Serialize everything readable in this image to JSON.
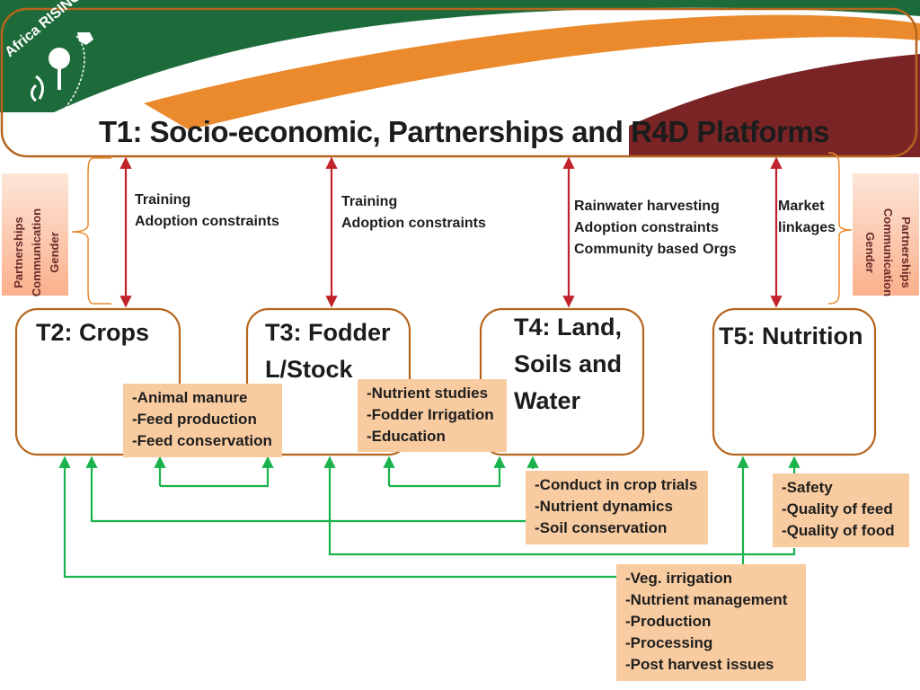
{
  "logo": {
    "text": "Africa RISING"
  },
  "colors": {
    "green": "#1d6b3a",
    "orange": "#ea8a2c",
    "maroon": "#7a2426",
    "arrow_red": "#c0232a",
    "arrow_green": "#19b24b",
    "box_border": "#b5651d",
    "note_fill": "#f8cba0"
  },
  "t1": {
    "title": "T1: Socio-economic, Partnerships and R4D Platforms"
  },
  "side_left": {
    "lines": [
      "Partnerships",
      "Communication",
      "Gender"
    ]
  },
  "side_right": {
    "lines": [
      "Partnerships",
      "Communication",
      "Gender"
    ]
  },
  "links": [
    {
      "lines": [
        "Training",
        "Adoption constraints"
      ]
    },
    {
      "lines": [
        "Training",
        "Adoption constraints"
      ]
    },
    {
      "lines": [
        "Rainwater harvesting",
        "Adoption constraints",
        "Community based Orgs"
      ]
    },
    {
      "lines": [
        "Market",
        "linkages"
      ]
    }
  ],
  "themes": [
    {
      "lines": [
        "T2: Crops"
      ]
    },
    {
      "lines": [
        "T3: Fodder",
        "L/Stock"
      ]
    },
    {
      "lines": [
        "T4: Land,",
        "Soils and",
        "Water"
      ]
    },
    {
      "lines": [
        "T5: Nutrition"
      ]
    }
  ],
  "notes": [
    {
      "lines": [
        "-Animal manure",
        "-Feed production",
        "-Feed conservation"
      ]
    },
    {
      "lines": [
        "-Nutrient studies",
        "-Fodder Irrigation",
        "-Education"
      ]
    },
    {
      "lines": [
        "-Conduct in crop trials",
        "-Nutrient dynamics",
        "-Soil conservation"
      ]
    },
    {
      "lines": [
        "-Safety",
        "-Quality of feed",
        "-Quality of food"
      ]
    },
    {
      "lines": [
        "-Veg. irrigation",
        "-Nutrient management",
        "-Production",
        "-Processing",
        "-Post harvest issues"
      ]
    }
  ]
}
